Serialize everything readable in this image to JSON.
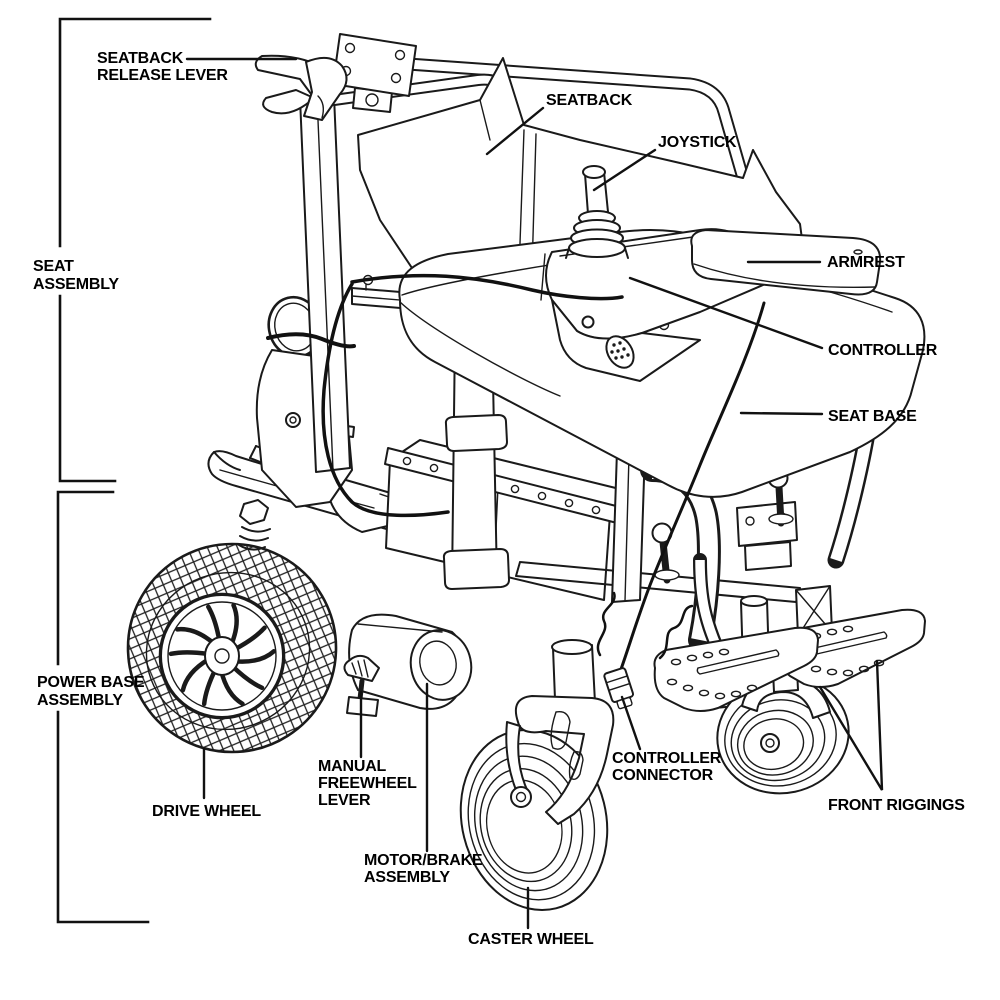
{
  "diagram": {
    "type": "labeled parts diagram",
    "subject": "power wheelchair"
  },
  "colors": {
    "ink": "#1a1a1a",
    "background": "#ffffff",
    "label_text": "#000000"
  },
  "labels": {
    "seatback_release_lever": {
      "lines": [
        "SEATBACK",
        "RELEASE LEVER"
      ]
    },
    "seatback": {
      "lines": [
        "SEATBACK"
      ]
    },
    "joystick": {
      "lines": [
        "JOYSTICK"
      ]
    },
    "armrest": {
      "lines": [
        "ARMREST"
      ]
    },
    "controller": {
      "lines": [
        "CONTROLLER"
      ]
    },
    "seat_base": {
      "lines": [
        "SEAT BASE"
      ]
    },
    "seat_assembly": {
      "lines": [
        "SEAT",
        "ASSEMBLY"
      ]
    },
    "power_base_assembly": {
      "lines": [
        "POWER BASE",
        "ASSEMBLY"
      ]
    },
    "drive_wheel": {
      "lines": [
        "DRIVE WHEEL"
      ]
    },
    "manual_freewheel_lever": {
      "lines": [
        "MANUAL",
        "FREEWHEEL",
        "LEVER"
      ]
    },
    "motor_brake_assembly": {
      "lines": [
        "MOTOR/BRAKE",
        "ASSEMBLY"
      ]
    },
    "caster_wheel": {
      "lines": [
        "CASTER WHEEL"
      ]
    },
    "controller_connector": {
      "lines": [
        "CONTROLLER",
        "CONNECTOR"
      ]
    },
    "front_riggings": {
      "lines": [
        "FRONT RIGGINGS"
      ]
    }
  }
}
